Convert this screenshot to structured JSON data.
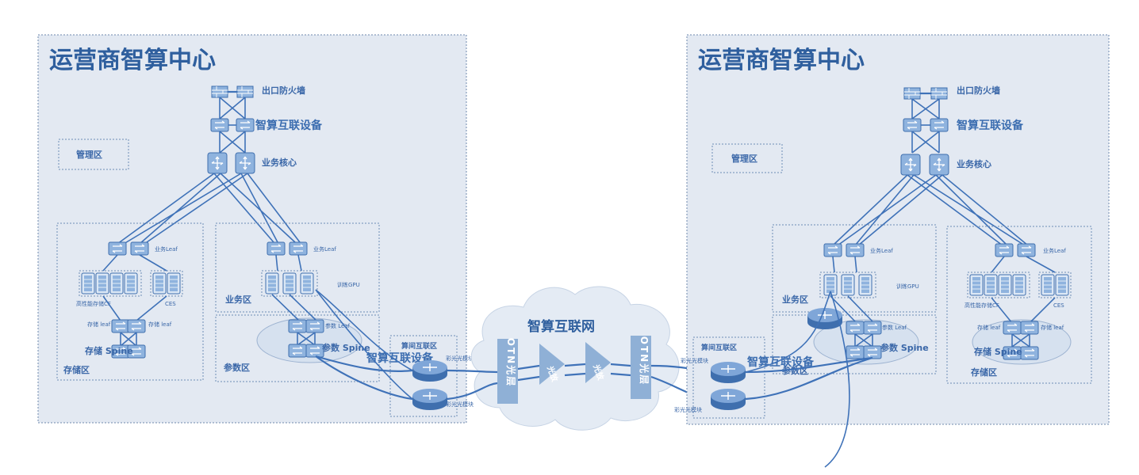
{
  "left_dc": {
    "title": "运营商智算中心",
    "firewall": "出口防火墙",
    "interconnect_device": "智算互联设备",
    "core": "业务核心",
    "mgmt": "管理区",
    "storage_zone": {
      "leaf": "业务Leaf",
      "hpfs": "高性能存储CF",
      "ces": "CES",
      "leaf_a": "存储 leaf",
      "leaf_b": "存储 leaf",
      "spine": "存储 Spine",
      "zone": "存储区"
    },
    "biz_zone": {
      "leaf": "业务Leaf",
      "gpu": "训练GPU",
      "zone": "业务区"
    },
    "param_zone": {
      "leaf": "参数 Leaf",
      "spine": "参数 Spine",
      "zone": "参数区"
    },
    "dci": {
      "zone": "算间互联区",
      "device": "智算互联设备",
      "module_top": "彩光光模块",
      "module_bottom": "彩光光模块"
    }
  },
  "wan": {
    "title": "智算互联网",
    "otn_left": "OTN光层",
    "otn_right": "OTN光层",
    "amp_left": "光放",
    "amp_right": "光放"
  },
  "right_dc": {
    "title": "运营商智算中心",
    "firewall": "出口防火墙",
    "interconnect_device": "智算互联设备",
    "core": "业务核心",
    "mgmt": "管理区",
    "biz_zone": {
      "leaf": "业务Leaf",
      "gpu": "训练GPU",
      "zone": "业务区"
    },
    "param_zone": {
      "leaf": "参数 Leaf",
      "spine": "参数 Spine"
    },
    "storage_zone": {
      "leaf": "业务Leaf",
      "hpfs": "高性能存储CF",
      "ces": "CES",
      "leaf_a": "存储 leaf",
      "leaf_b": "存储 leaf",
      "spine": "存储 Spine",
      "zone": "存储区"
    },
    "dci": {
      "zone": "算间互联区",
      "device": "智算互联设备",
      "module_top": "彩光光模块",
      "module_bottom": "彩光光模块",
      "overlap_zone": "参数区"
    }
  },
  "colors": {
    "panel": "#e3e9f2",
    "line": "#3f72b8",
    "text": "#2f5f9e",
    "cloud": "#e4ebf4",
    "otn": "#8fb0d6"
  }
}
